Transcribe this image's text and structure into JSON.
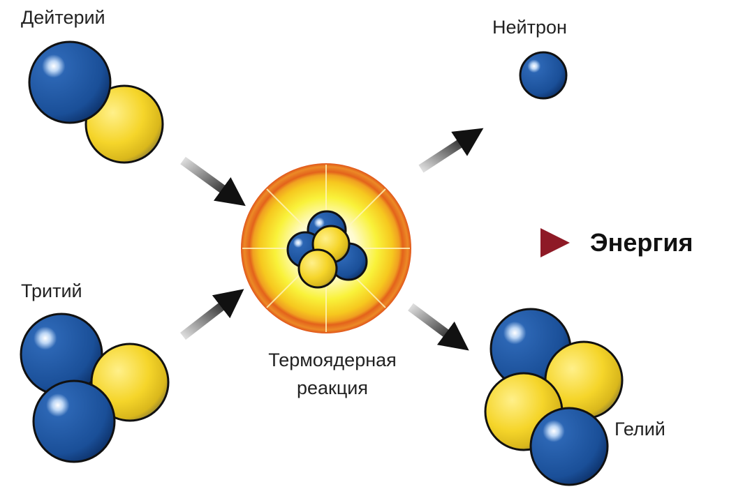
{
  "labels": {
    "deuterium": "Дейтерий",
    "neutron": "Нейтрон",
    "tritium": "Тритий",
    "helium": "Гелий",
    "reaction_line1": "Термоядерная",
    "reaction_line2": "реакция",
    "energy": "Энергия"
  },
  "colors": {
    "proton": "#1a4f98",
    "neutron_particle": "#f2d22e",
    "fire_outer": "#e0541a",
    "fire_inner": "#f7ee20",
    "energy_arrow": "#9b1d2c",
    "arrow": "#111111"
  }
}
